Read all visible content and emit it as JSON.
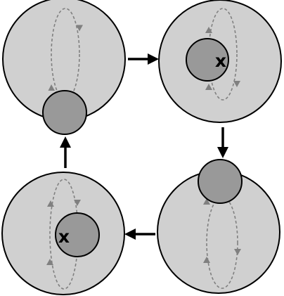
{
  "colors": {
    "cell_fill": "#d0d0d0",
    "ball_fill": "#999999",
    "stroke": "#000000",
    "loop": "#808080",
    "background": "#ffffff"
  },
  "icons": {
    "arrow": "arrow-icon",
    "loop": "circulation-loop-icon"
  },
  "panels": [
    {
      "name": "top-left",
      "ball": "bottom",
      "mark": ""
    },
    {
      "name": "top-right",
      "ball": "upper-center",
      "mark": "x"
    },
    {
      "name": "bottom-right",
      "ball": "top",
      "mark": ""
    },
    {
      "name": "bottom-left",
      "ball": "center",
      "mark": "x"
    }
  ],
  "sequence": [
    "top-left",
    "top-right",
    "bottom-right",
    "bottom-left"
  ]
}
